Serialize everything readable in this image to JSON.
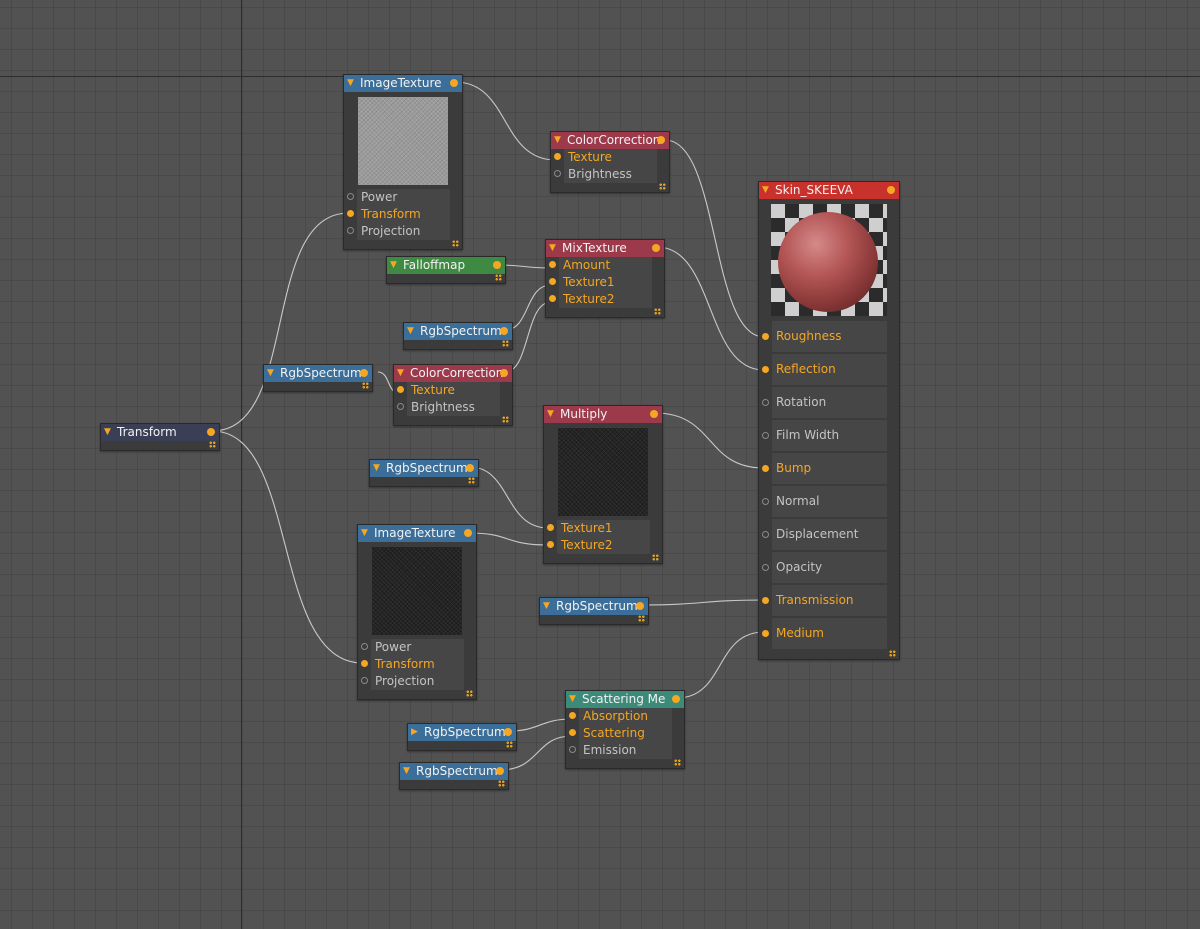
{
  "nodes": {
    "image_texture_top": {
      "title": "ImageTexture",
      "inputs": [
        "Power",
        "Transform",
        "Projection"
      ]
    },
    "color_correction_top": {
      "title": "ColorCorrection",
      "inputs": [
        "Texture",
        "Brightness"
      ]
    },
    "mix_texture": {
      "title": "MixTexture",
      "inputs": [
        "Amount",
        "Texture1",
        "Texture2"
      ]
    },
    "falloffmap": {
      "title": "Falloffmap"
    },
    "rgb_spectrum_1": {
      "title": "RgbSpectrum"
    },
    "rgb_spectrum_2": {
      "title": "RgbSpectrum"
    },
    "color_correction_mid": {
      "title": "ColorCorrection",
      "inputs": [
        "Texture",
        "Brightness"
      ]
    },
    "transform": {
      "title": "Transform"
    },
    "multiply": {
      "title": "Multiply",
      "inputs": [
        "Texture1",
        "Texture2"
      ]
    },
    "rgb_spectrum_3": {
      "title": "RgbSpectrum"
    },
    "image_texture_bottom": {
      "title": "ImageTexture",
      "inputs": [
        "Power",
        "Transform",
        "Projection"
      ]
    },
    "rgb_spectrum_4": {
      "title": "RgbSpectrum"
    },
    "scattering": {
      "title": "Scattering Me",
      "inputs": [
        "Absorption",
        "Scattering",
        "Emission"
      ]
    },
    "rgb_spectrum_5": {
      "title": "RgbSpectrum"
    },
    "rgb_spectrum_6": {
      "title": "RgbSpectrum"
    },
    "skin": {
      "title": "Skin_SKEEVA",
      "inputs": [
        "Roughness",
        "Reflection",
        "Rotation",
        "Film Width",
        "Bump",
        "Normal",
        "Displacement",
        "Opacity",
        "Transmission",
        "Medium"
      ]
    }
  },
  "colors": {
    "texture_header": "#3b6e99",
    "correction_header": "#9c3a4c",
    "falloff_header": "#3f8a43",
    "transform_header": "#3a3f55",
    "medium_header": "#3c8a7a",
    "material_header": "#c8312c",
    "connected_pin": "#f5a623"
  },
  "icons": {
    "collapse": "triangle-down-icon",
    "expand": "triangle-right-icon",
    "resize": "resize-grip-icon"
  }
}
